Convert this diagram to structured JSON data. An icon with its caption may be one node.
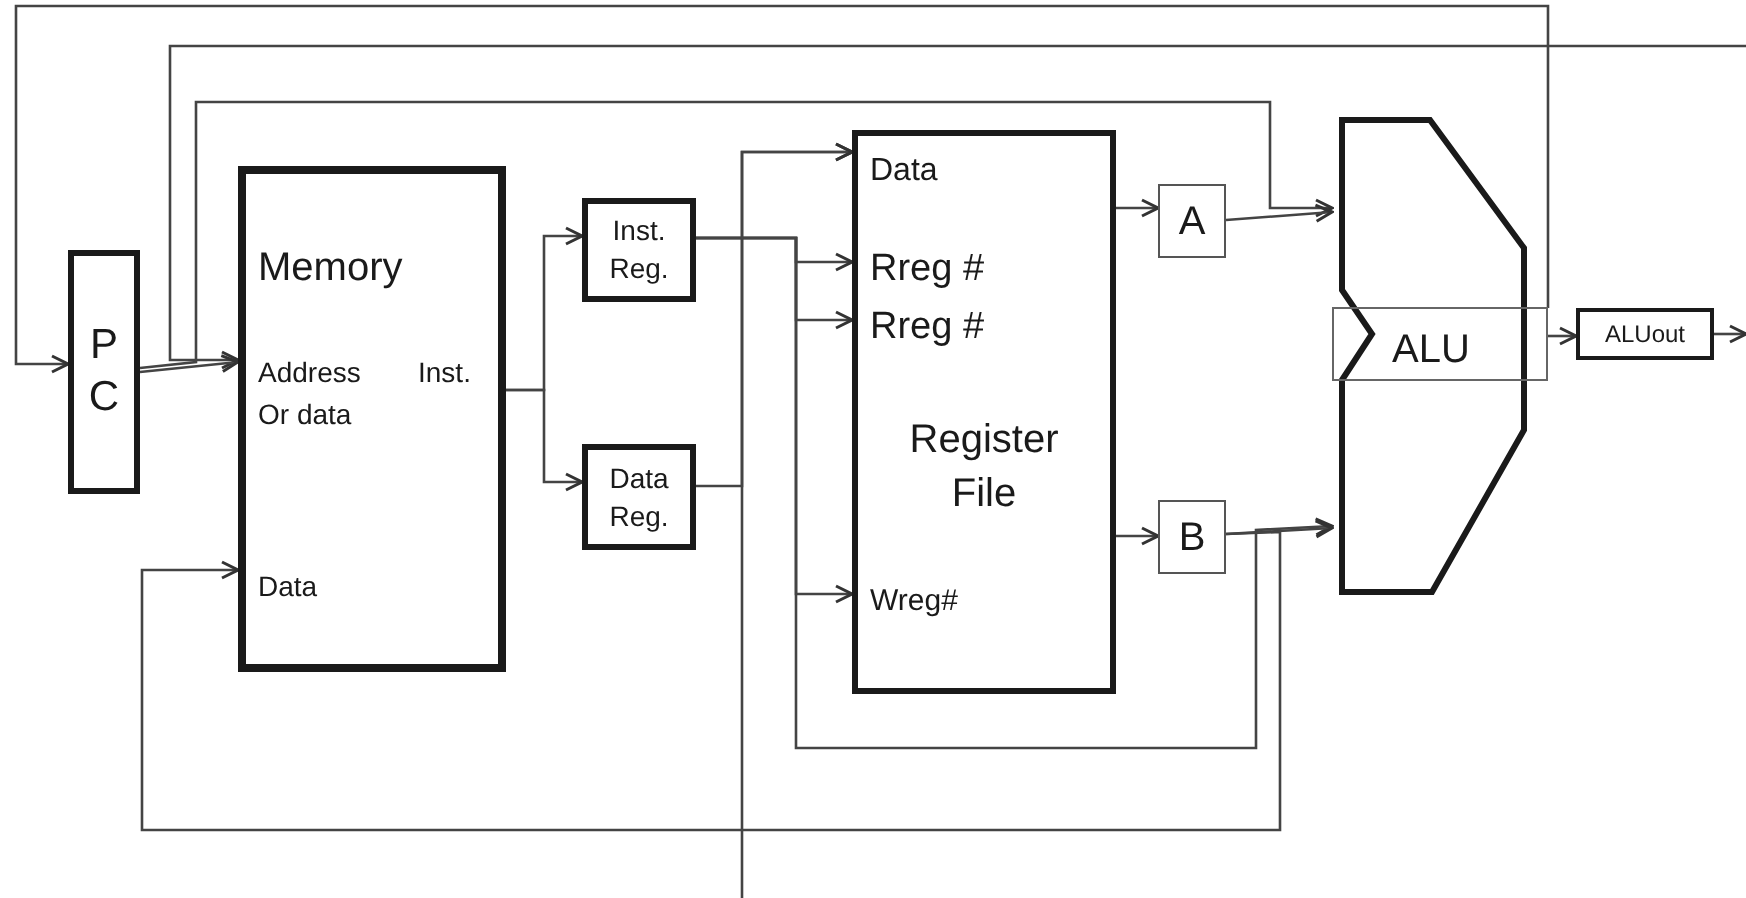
{
  "diagram": {
    "nodes": [
      {
        "text": [
          "P C"
        ]
      },
      {
        "text": [
          "Memory",
          "Address",
          "Inst.",
          "Or data",
          "Data"
        ]
      },
      {
        "text": [
          "Inst. Reg."
        ]
      },
      {
        "text": [
          "Data Reg."
        ]
      },
      {
        "text": [
          "Data",
          "Rreg #",
          "Rreg #",
          "Register File",
          "Wreg#"
        ]
      },
      {
        "text": [
          "A"
        ]
      },
      {
        "text": [
          "B"
        ]
      },
      {
        "text": [
          "ALU"
        ]
      },
      {
        "text": [
          "ALUout"
        ]
      }
    ],
    "edges": [
      {
        "from": 7,
        "to": 0,
        "arrow": "to"
      },
      {
        "from": null,
        "to": 1,
        "arrow": "to"
      },
      {
        "from": 0,
        "to": 7,
        "arrow": "to"
      },
      {
        "from": 0,
        "to": 1,
        "arrow": "to"
      },
      {
        "from": 1,
        "to": 2,
        "arrow": "to"
      },
      {
        "from": 1,
        "to": 3,
        "arrow": "to"
      },
      {
        "from": 2,
        "to": 4,
        "arrow": "to"
      },
      {
        "from": 2,
        "to": 4,
        "arrow": "to"
      },
      {
        "from": 2,
        "to": 4,
        "arrow": "to"
      },
      {
        "from": 2,
        "to": 7,
        "arrow": "to"
      },
      {
        "from": 3,
        "to": 4,
        "arrow": "to"
      },
      {
        "from": null,
        "to": 4,
        "arrow": "to"
      },
      {
        "from": 4,
        "to": 5,
        "arrow": "to"
      },
      {
        "from": 4,
        "to": 6,
        "arrow": "to"
      },
      {
        "from": 5,
        "to": 7,
        "arrow": "to"
      },
      {
        "from": 6,
        "to": 7,
        "arrow": "to"
      },
      {
        "from": 6,
        "to": 1,
        "arrow": "to"
      },
      {
        "from": 7,
        "to": 8,
        "arrow": "to"
      },
      {
        "from": 8,
        "to": null,
        "arrow": "to"
      }
    ]
  }
}
